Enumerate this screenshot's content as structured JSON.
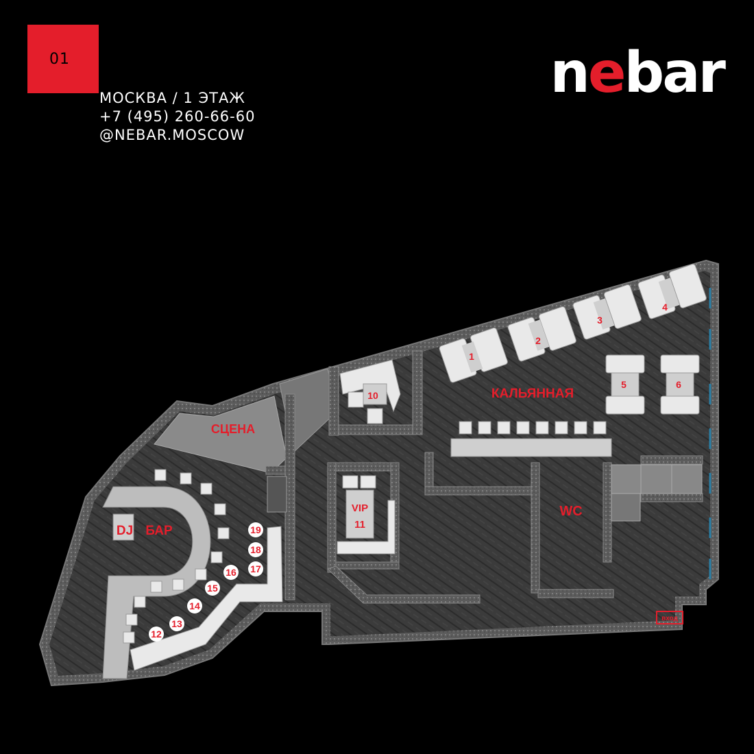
{
  "badge": {
    "floor_number": "01"
  },
  "info": {
    "line1": "МОСКВА / 1 ЭТАЖ",
    "line2": "+7 (495) 260-66-60",
    "line3": "@NEBAR.MOSCOW"
  },
  "logo": {
    "part1": "n",
    "part2": "e",
    "part3": "bar"
  },
  "map": {
    "labels": {
      "stage": "СЦЕНА",
      "hookah": "КАЛЬЯННАЯ",
      "dj": "DJ",
      "bar": "БАР",
      "vip_top": "VIP",
      "vip_num": "11",
      "wc": "WC",
      "entrance": "вход"
    },
    "tables": [
      "1",
      "2",
      "3",
      "4",
      "5",
      "6",
      "10",
      "12",
      "13",
      "14",
      "15",
      "16",
      "17",
      "18",
      "19"
    ]
  },
  "colors": {
    "accent": "#e41e2b",
    "floor": "#3a3a3a",
    "wall": "#6a6a6a",
    "furniture": "#ffffff"
  }
}
